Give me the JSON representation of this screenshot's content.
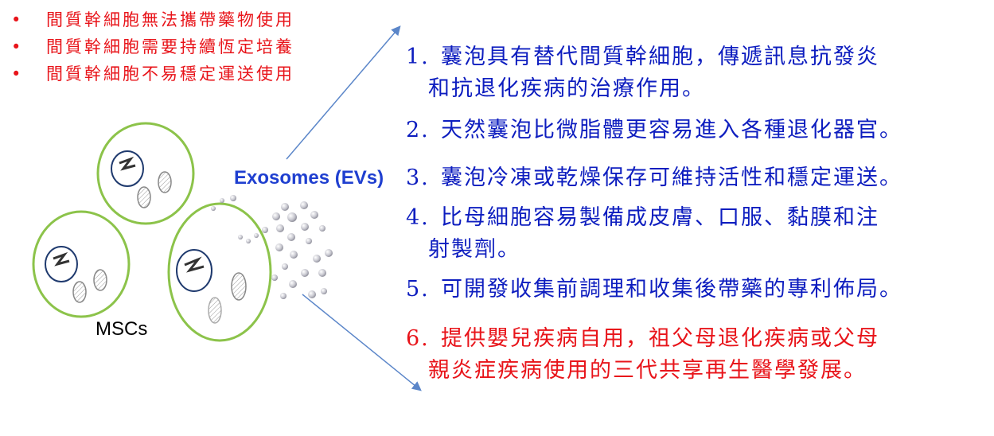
{
  "constraints": [
    "間質幹細胞無法攜帶藥物使用",
    "間質幹細胞需要持續恆定培養",
    "間質幹細胞不易穩定運送使用"
  ],
  "bullet_glyph": "•",
  "labels": {
    "exosomes": "Exosomes (EVs)",
    "mscs": "MSCs"
  },
  "points": [
    {
      "num": "1.",
      "line1": "囊泡具有替代間質幹細胞，傳遞訊息抗發炎",
      "line2": "和抗退化疾病的治療作用。",
      "color": "#0d1dbf"
    },
    {
      "num": "2.",
      "line1": "天然囊泡比微脂體更容易進入各種退化器官。",
      "line2": "",
      "color": "#0d1dbf"
    },
    {
      "num": "3.",
      "line1": "囊泡冷凍或乾燥保存可維持活性和穩定運送。",
      "line2": "",
      "color": "#0d1dbf"
    },
    {
      "num": "4.",
      "line1": "比母細胞容易製備成皮膚、口服、黏膜和注",
      "line2": "射製劑。",
      "color": "#0d1dbf"
    },
    {
      "num": "5.",
      "line1": "可開發收集前調理和收集後帶藥的專利佈局。",
      "line2": "",
      "color": "#0d1dbf"
    },
    {
      "num": "6.",
      "line1": "提供嬰兒疾病自用，祖父母退化疾病或父母",
      "line2": "親炎症疾病使用的三代共享再生醫學發展。",
      "color": "#e8141a"
    }
  ],
  "colors": {
    "cell_border": "#8cc34a",
    "nucleus": "#1f3a6e",
    "arrow": "#5b86c9",
    "constraint_text": "#e8141a",
    "point_text": "#0d1dbf",
    "highlight_text": "#e8141a"
  }
}
